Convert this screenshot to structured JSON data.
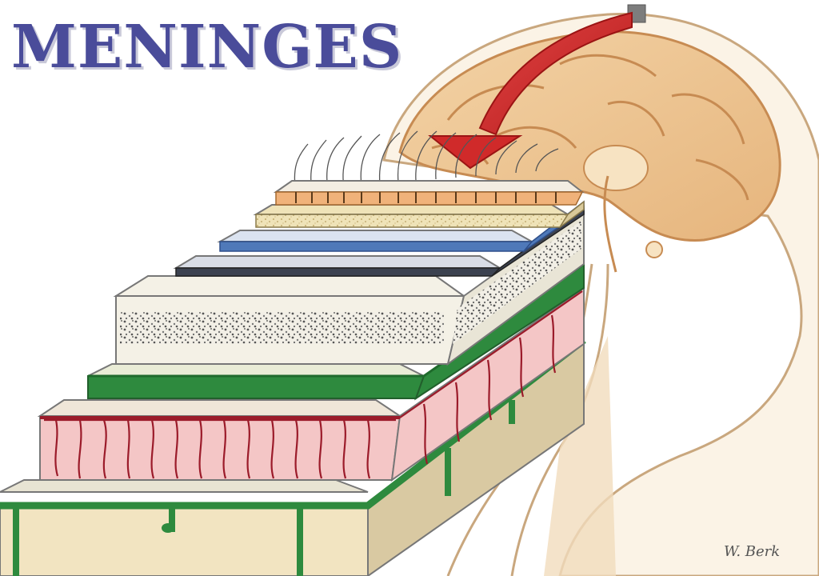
{
  "title": "MENINGES",
  "signature": "W. Berk",
  "colors": {
    "title": "#4a4c9a",
    "arrow": "#d02a2a",
    "brain": "#efc896",
    "dura_green": "#2e8a3e",
    "vessels": "#9b1b2a",
    "arachnoid_blue": "#4f79b9"
  },
  "icons": [
    "red-arrow-icon",
    "brain-illustration",
    "hair-strands"
  ]
}
